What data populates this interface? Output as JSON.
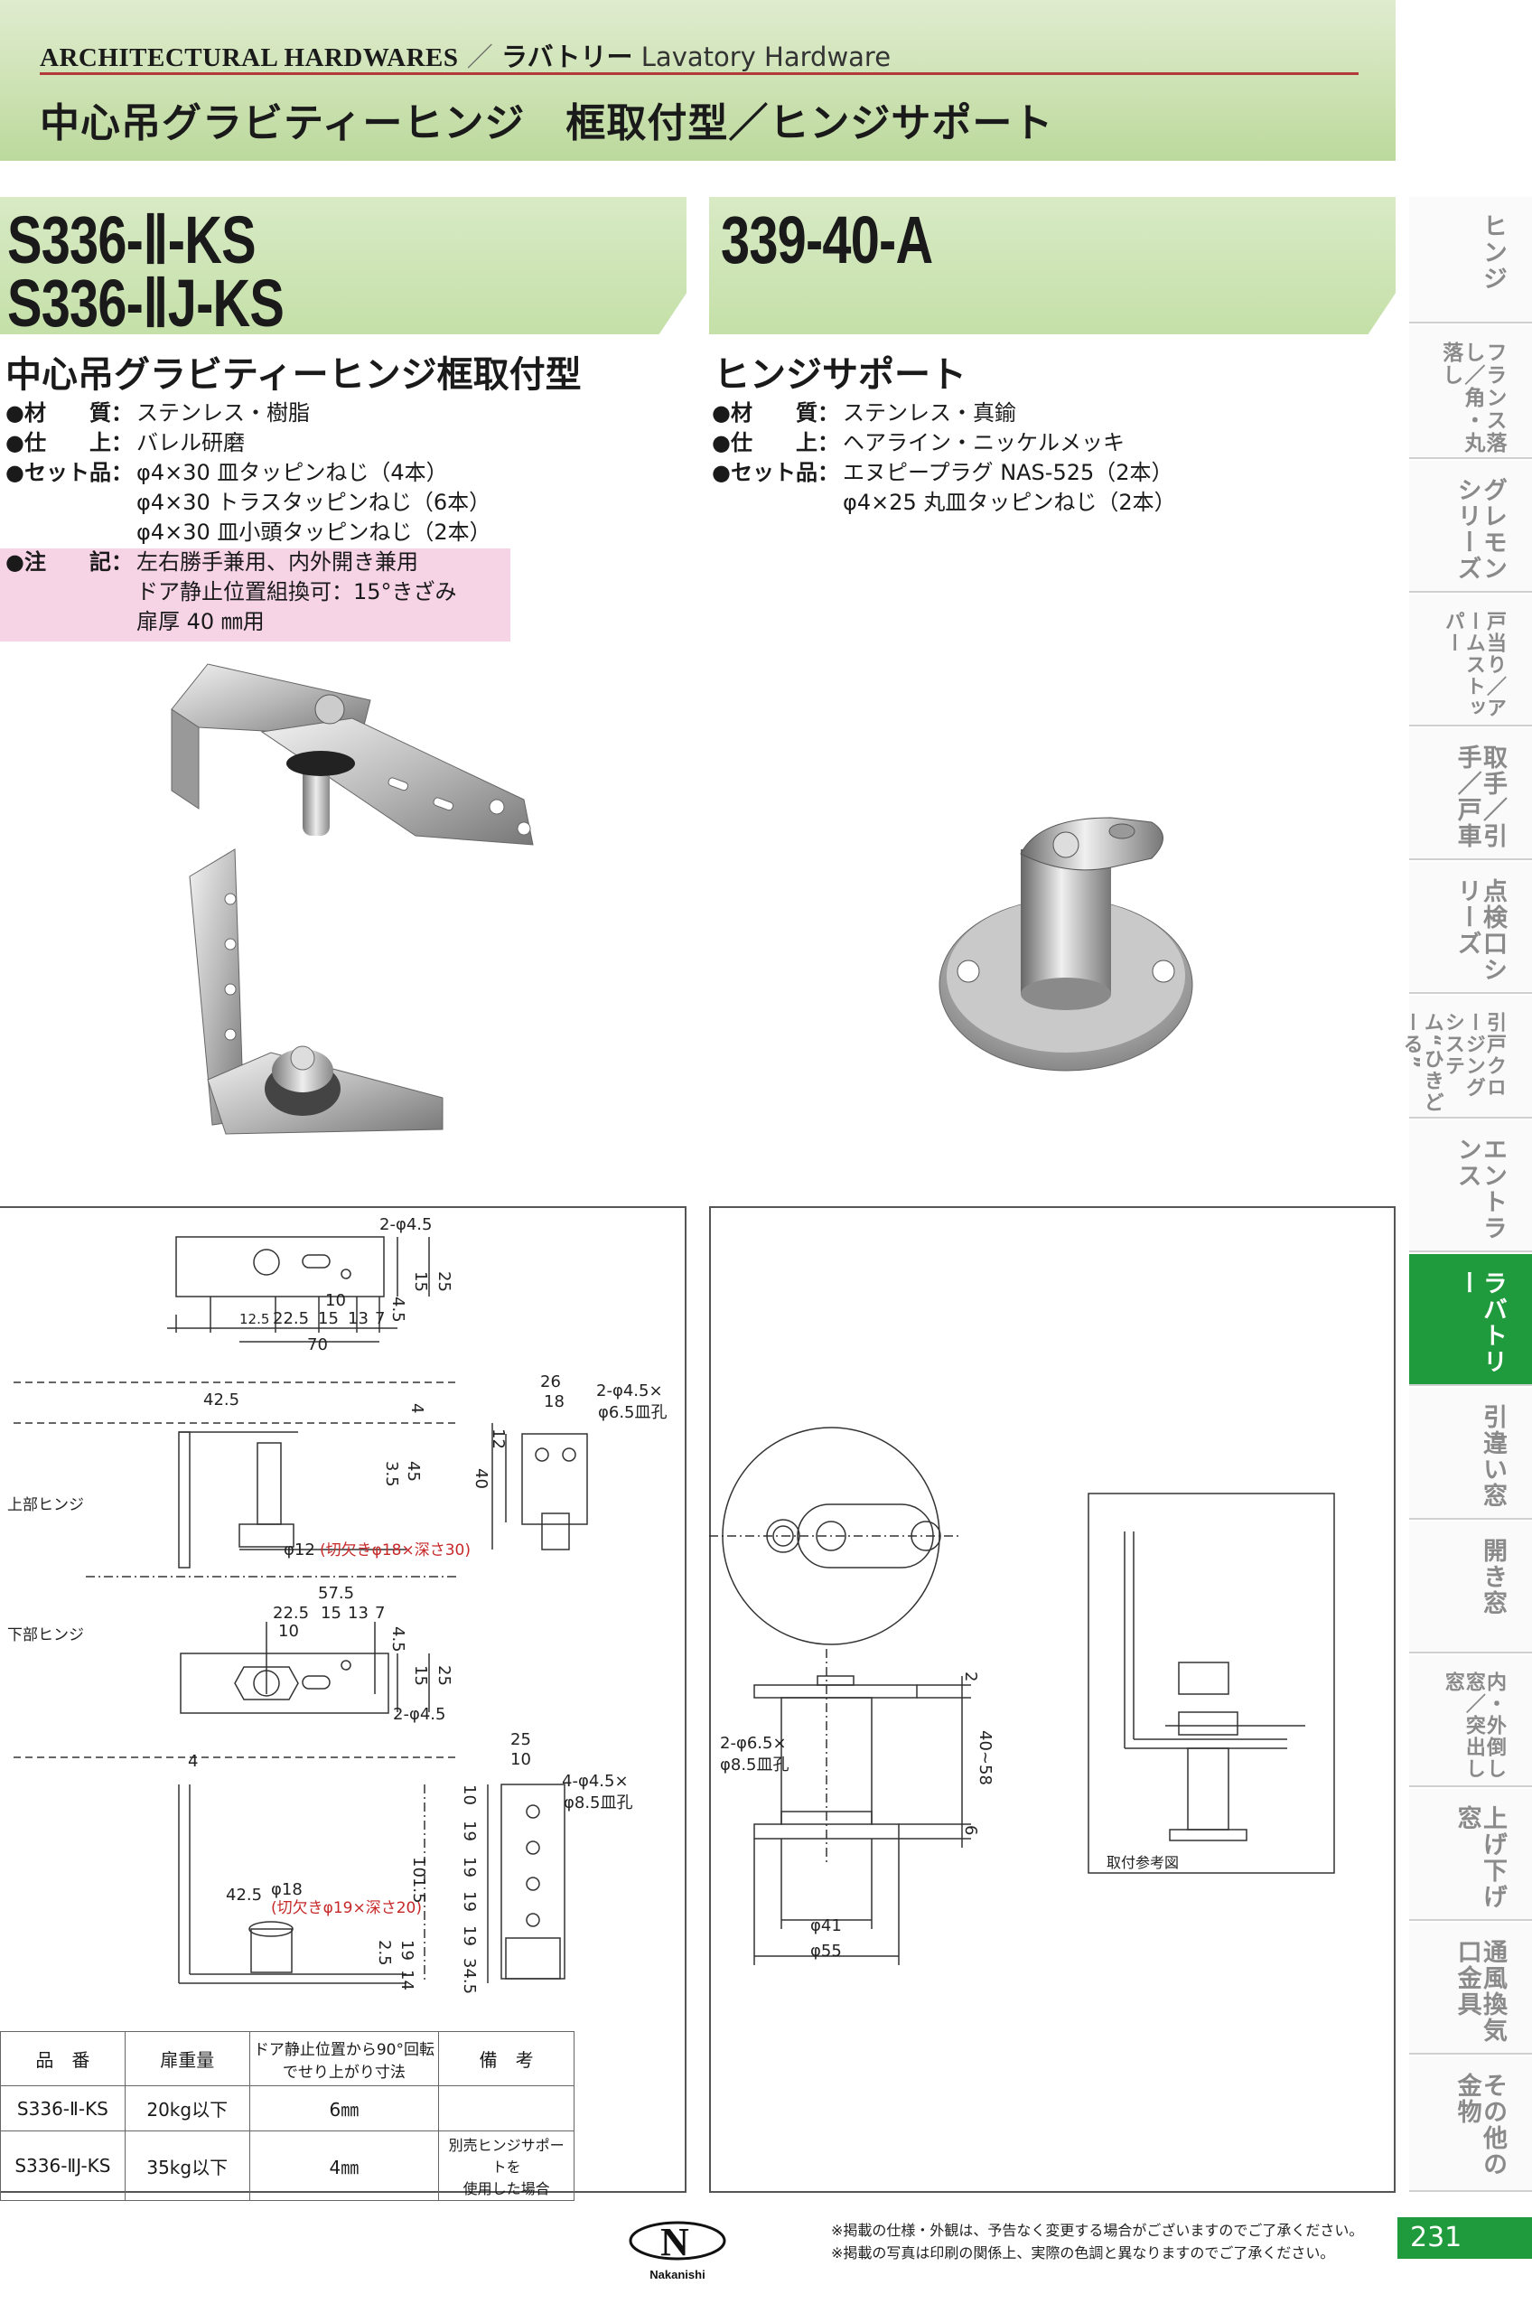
{
  "header": {
    "crumb_en": "ARCHITECTURAL HARDWARES",
    "crumb_sep": "／",
    "crumb_jp": "ラバトリー",
    "crumb_en2": "Lavatory Hardware",
    "title": "中心吊グラビティーヒンジ　框取付型／ヒンジサポート"
  },
  "left_product": {
    "code1": "S336-Ⅱ-KS",
    "code2": "S336-ⅡJ-KS",
    "name": "中心吊グラビティーヒンジ框取付型",
    "specs": [
      {
        "k": "●材　　質：",
        "v": "ステンレス・樹脂"
      },
      {
        "k": "●仕　　上：",
        "v": "バレル研磨"
      },
      {
        "k": "●セット品：",
        "v": "φ4×30 皿タッピンねじ（4本）"
      },
      {
        "k": "",
        "v": "φ4×30 トラスタッピンねじ（6本）"
      },
      {
        "k": "",
        "v": "φ4×30 皿小頭タッピンねじ（2本）"
      }
    ],
    "notes": [
      {
        "k": "●注　　記：",
        "v": "左右勝手兼用、内外開き兼用"
      },
      {
        "k": "",
        "v": "ドア静止位置組換可：15°きざみ"
      },
      {
        "k": "",
        "v": "扉厚 40 ㎜用"
      }
    ]
  },
  "right_product": {
    "code": "339-40-A",
    "name": "ヒンジサポート",
    "specs": [
      {
        "k": "●材　　質：",
        "v": "ステンレス・真鍮"
      },
      {
        "k": "●仕　　上：",
        "v": "ヘアライン・ニッケルメッキ"
      },
      {
        "k": "●セット品：",
        "v": "エヌピープラグ NAS-525（2本）"
      },
      {
        "k": "",
        "v": "φ4×25 丸皿タッピンねじ（2本）"
      }
    ]
  },
  "drawing_left": {
    "upper_label": "上部ヒンジ",
    "lower_label": "下部ヒンジ",
    "top": {
      "d1": "2-φ4.5",
      "d2": "15",
      "d3": "25",
      "d4": "10",
      "d5": "4.5",
      "d6": "12.5",
      "d7": "22.5",
      "d8": "15",
      "d9": "13",
      "d10": "7",
      "d11": "70"
    },
    "upper": {
      "d1": "42.5",
      "d2": "4",
      "d3": "3.5",
      "d4": "45",
      "note_black": "φ12",
      "note_red": "(切欠きφ18×深さ30)"
    },
    "upper_side": {
      "d1": "26",
      "d2": "18",
      "d3": "2-φ4.5×",
      "d4": "φ6.5皿孔",
      "d5": "12",
      "d6": "40"
    },
    "lower_plan": {
      "d1": "57.5",
      "d2": "22.5",
      "d3": "15",
      "d4": "13",
      "d5": "7",
      "d6": "10",
      "d7": "4.5",
      "d8": "15",
      "d9": "25",
      "d10": "2-φ4.5"
    },
    "lower": {
      "d1": "4",
      "d2": "42.5",
      "d3": "φ18",
      "note_red": "(切欠きφ19×深さ20)",
      "d4": "101.5",
      "d5": "2.5",
      "d6": "19",
      "d7": "14"
    },
    "lower_side": {
      "d1": "25",
      "d2": "10",
      "d3": "4-φ4.5×",
      "d4": "φ8.5皿孔",
      "d5": "10",
      "d6": "19",
      "d7": "19",
      "d8": "19",
      "d9": "19",
      "d10": "34.5"
    }
  },
  "drawing_right": {
    "d1": "2",
    "d2": "40~58",
    "d3": "6",
    "d4": "2-φ6.5×",
    "d5": "φ8.5皿孔",
    "d6": "φ41",
    "d7": "φ55",
    "caption": "取付参考図"
  },
  "table": {
    "headers": [
      "品　番",
      "扉重量",
      "ドア静止位置から90°回転\nでせり上がり寸法",
      "備　考"
    ],
    "rows": [
      [
        "S336-Ⅱ-KS",
        "20kg以下",
        "6㎜",
        ""
      ],
      [
        "S336-ⅡJ-KS",
        "35kg以下",
        "4㎜",
        "別売ヒンジサポートを\n使用した場合"
      ]
    ]
  },
  "side_tabs": [
    {
      "label": "ヒンジ",
      "active": false
    },
    {
      "label": "フランス落し／角・丸落し",
      "active": false
    },
    {
      "label": "グレモンシリーズ",
      "active": false
    },
    {
      "label": "戸当り／アームストッパー",
      "active": false
    },
    {
      "label": "取手／引手／戸車",
      "active": false
    },
    {
      "label": "点検口シリーズ",
      "active": false
    },
    {
      "label": "引戸クロージングシステム“ひきどーる”",
      "active": false
    },
    {
      "label": "エントランス",
      "active": false
    },
    {
      "label": "ラバトリー",
      "active": true
    },
    {
      "label": "引違い窓",
      "active": false
    },
    {
      "label": "開き窓",
      "active": false
    },
    {
      "label": "内・外倒し窓／突出し窓",
      "active": false
    },
    {
      "label": "上げ下げ窓",
      "active": false
    },
    {
      "label": "通風換気口金具",
      "active": false
    },
    {
      "label": "その他の金物",
      "active": false
    }
  ],
  "footer": {
    "note1": "※掲載の仕様・外観は、予告なく変更する場合がございますのでご了承ください。",
    "note2": "※掲載の写真は印刷の関係上、実際の色調と異なりますのでご了承ください。",
    "page": "231",
    "logo_text": "Nakanishi"
  },
  "colors": {
    "accent_green": "#1f9b3d",
    "header_green": "#cde2b3",
    "note_pink": "#f7d3e6",
    "rule_red": "#b23a3a"
  }
}
